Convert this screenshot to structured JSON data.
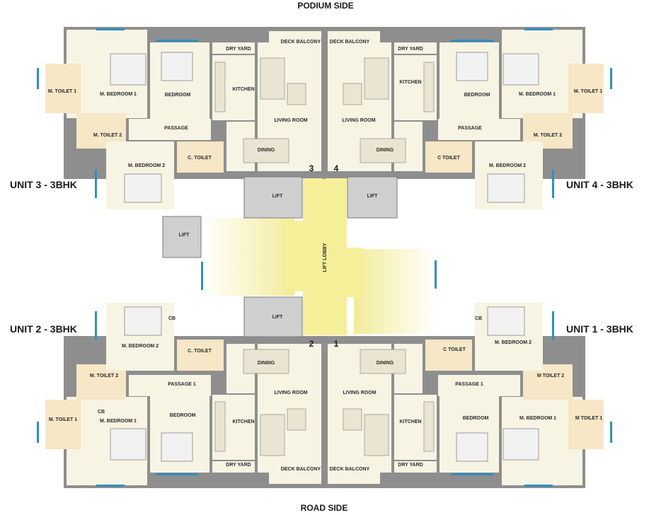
{
  "plan": {
    "top_side": "PODIUM SIDE",
    "bottom_side": "ROAD SIDE",
    "units": {
      "u3": "UNIT 3 - 3BHK",
      "u4": "UNIT 4 - 3BHK",
      "u2": "UNIT 2 - 3BHK",
      "u1": "UNIT 1 - 3BHK"
    },
    "unit_numbers": {
      "n3": "3",
      "n4": "4",
      "n2": "2",
      "n1": "1"
    },
    "rooms": {
      "deck_balcony": "DECK BALCONY",
      "dry_yard": "DRY YARD",
      "kitchen": "KITCHEN",
      "living_room": "LIVING ROOM",
      "dining": "DINING",
      "bedroom": "BEDROOM",
      "m_bedroom_1": "M. BEDROOM 1",
      "m_bedroom_2": "M. BEDROOM 2",
      "m_toilet_1": "M. TOILET 1",
      "m_toilet_2": "M. TOILET 2",
      "m_toilet_1_nodot": "M TOILET 1",
      "m_toilet_2_nodot": "M TOILET 2",
      "c_toilet": "C. TOILET",
      "c_toilet_nodot": "C TOILET",
      "passage": "PASSAGE",
      "passage_1": "PASSAGE 1",
      "lift": "LIFT",
      "lift_lobby": "LIFT LOBBY",
      "cb": "CB"
    }
  }
}
